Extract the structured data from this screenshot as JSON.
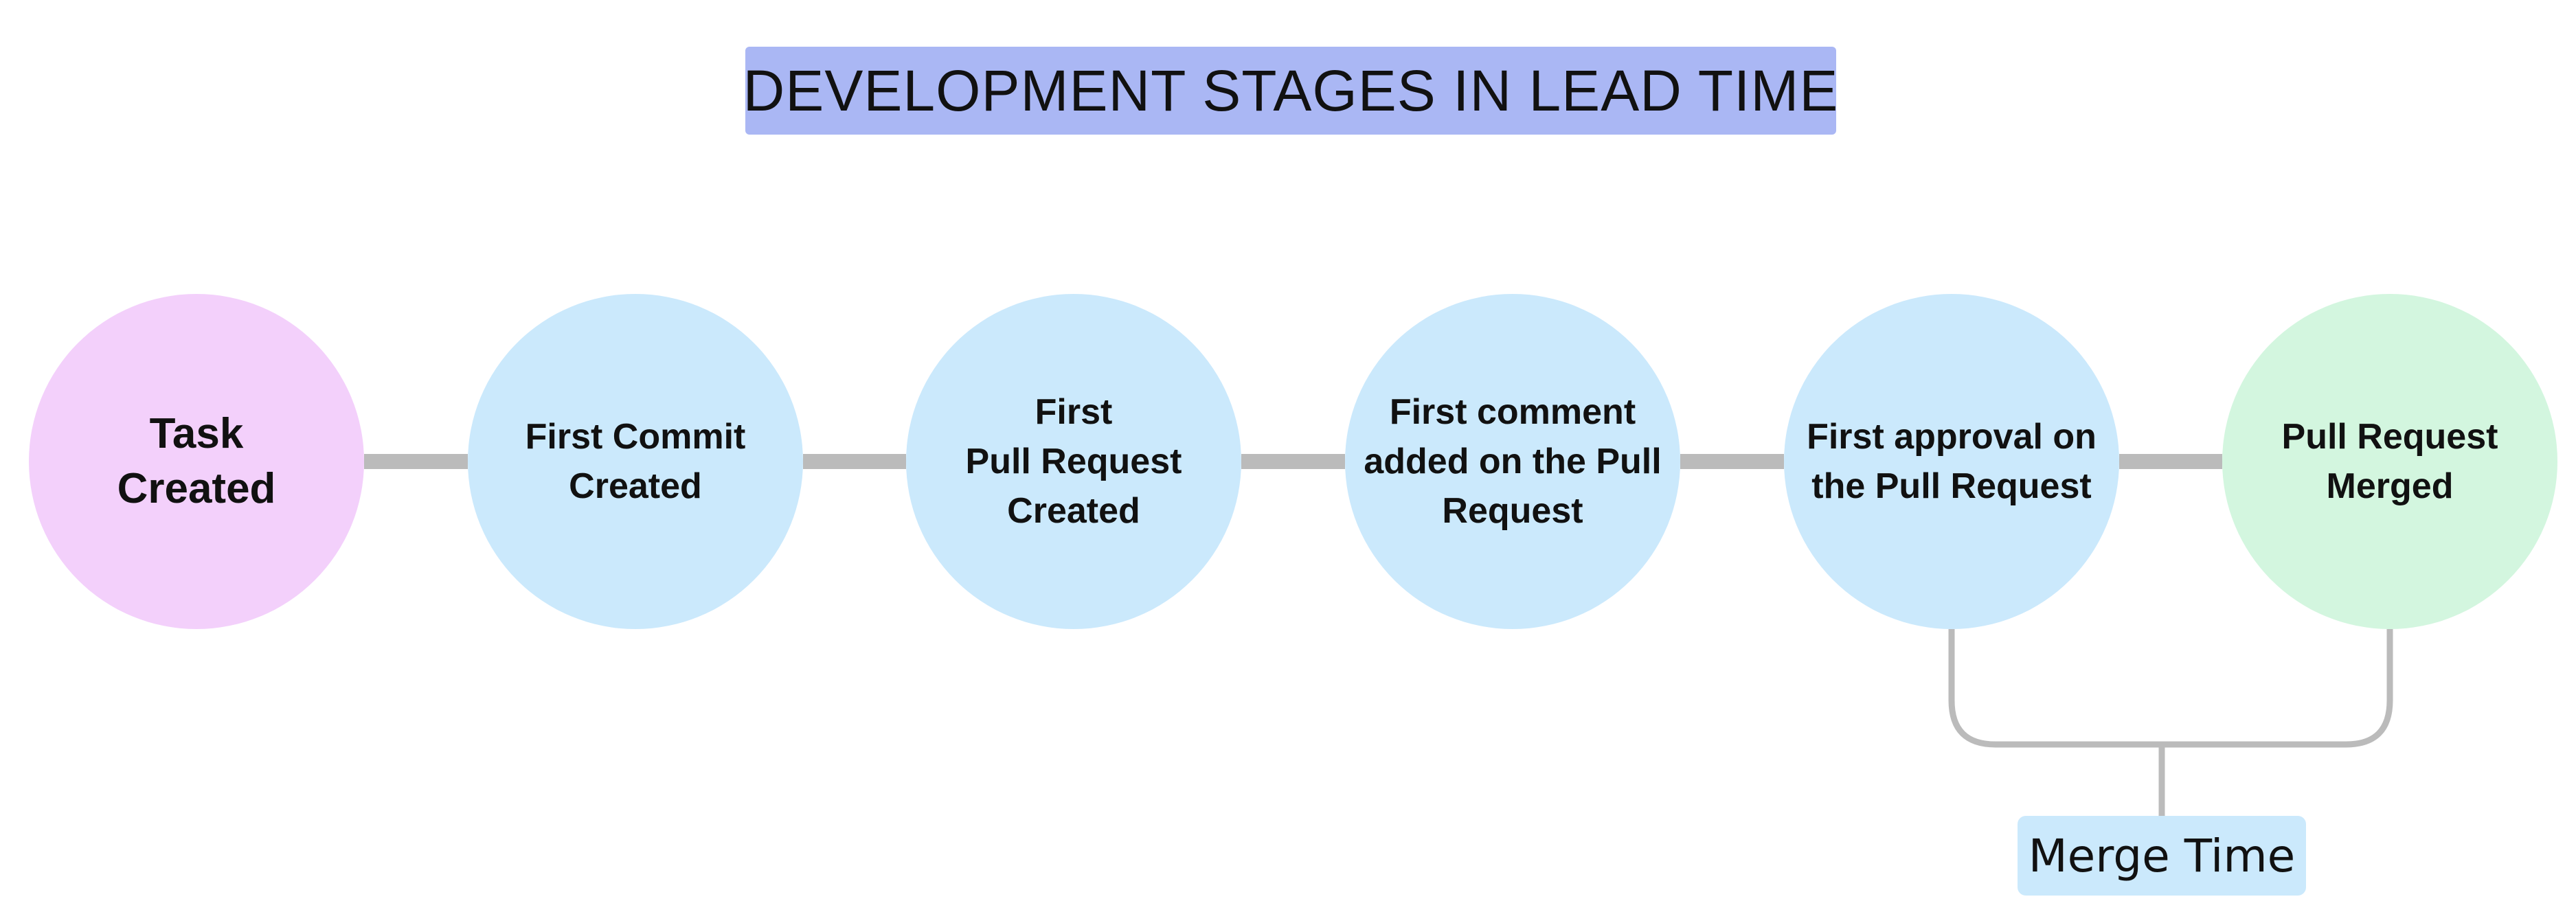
{
  "title": "DEVELOPMENT STAGES IN LEAD TIME",
  "stages": [
    {
      "label": "Task\nCreated",
      "color": "#f3d0fb"
    },
    {
      "label": "First Commit\nCreated",
      "color": "#cbe9fc"
    },
    {
      "label": "First\nPull Request\nCreated",
      "color": "#cbe9fc"
    },
    {
      "label": "First comment\nadded on the Pull\nRequest",
      "color": "#cbe9fc"
    },
    {
      "label": "First approval on\nthe Pull Request",
      "color": "#cbe9fc"
    },
    {
      "label": "Pull Request\nMerged",
      "color": "#d3f6df"
    }
  ],
  "merge_time": {
    "label": "Merge Time",
    "color": "#cbe9fc"
  },
  "colors": {
    "title_bg": "#aab7f4",
    "connector": "#bbbbbb"
  }
}
